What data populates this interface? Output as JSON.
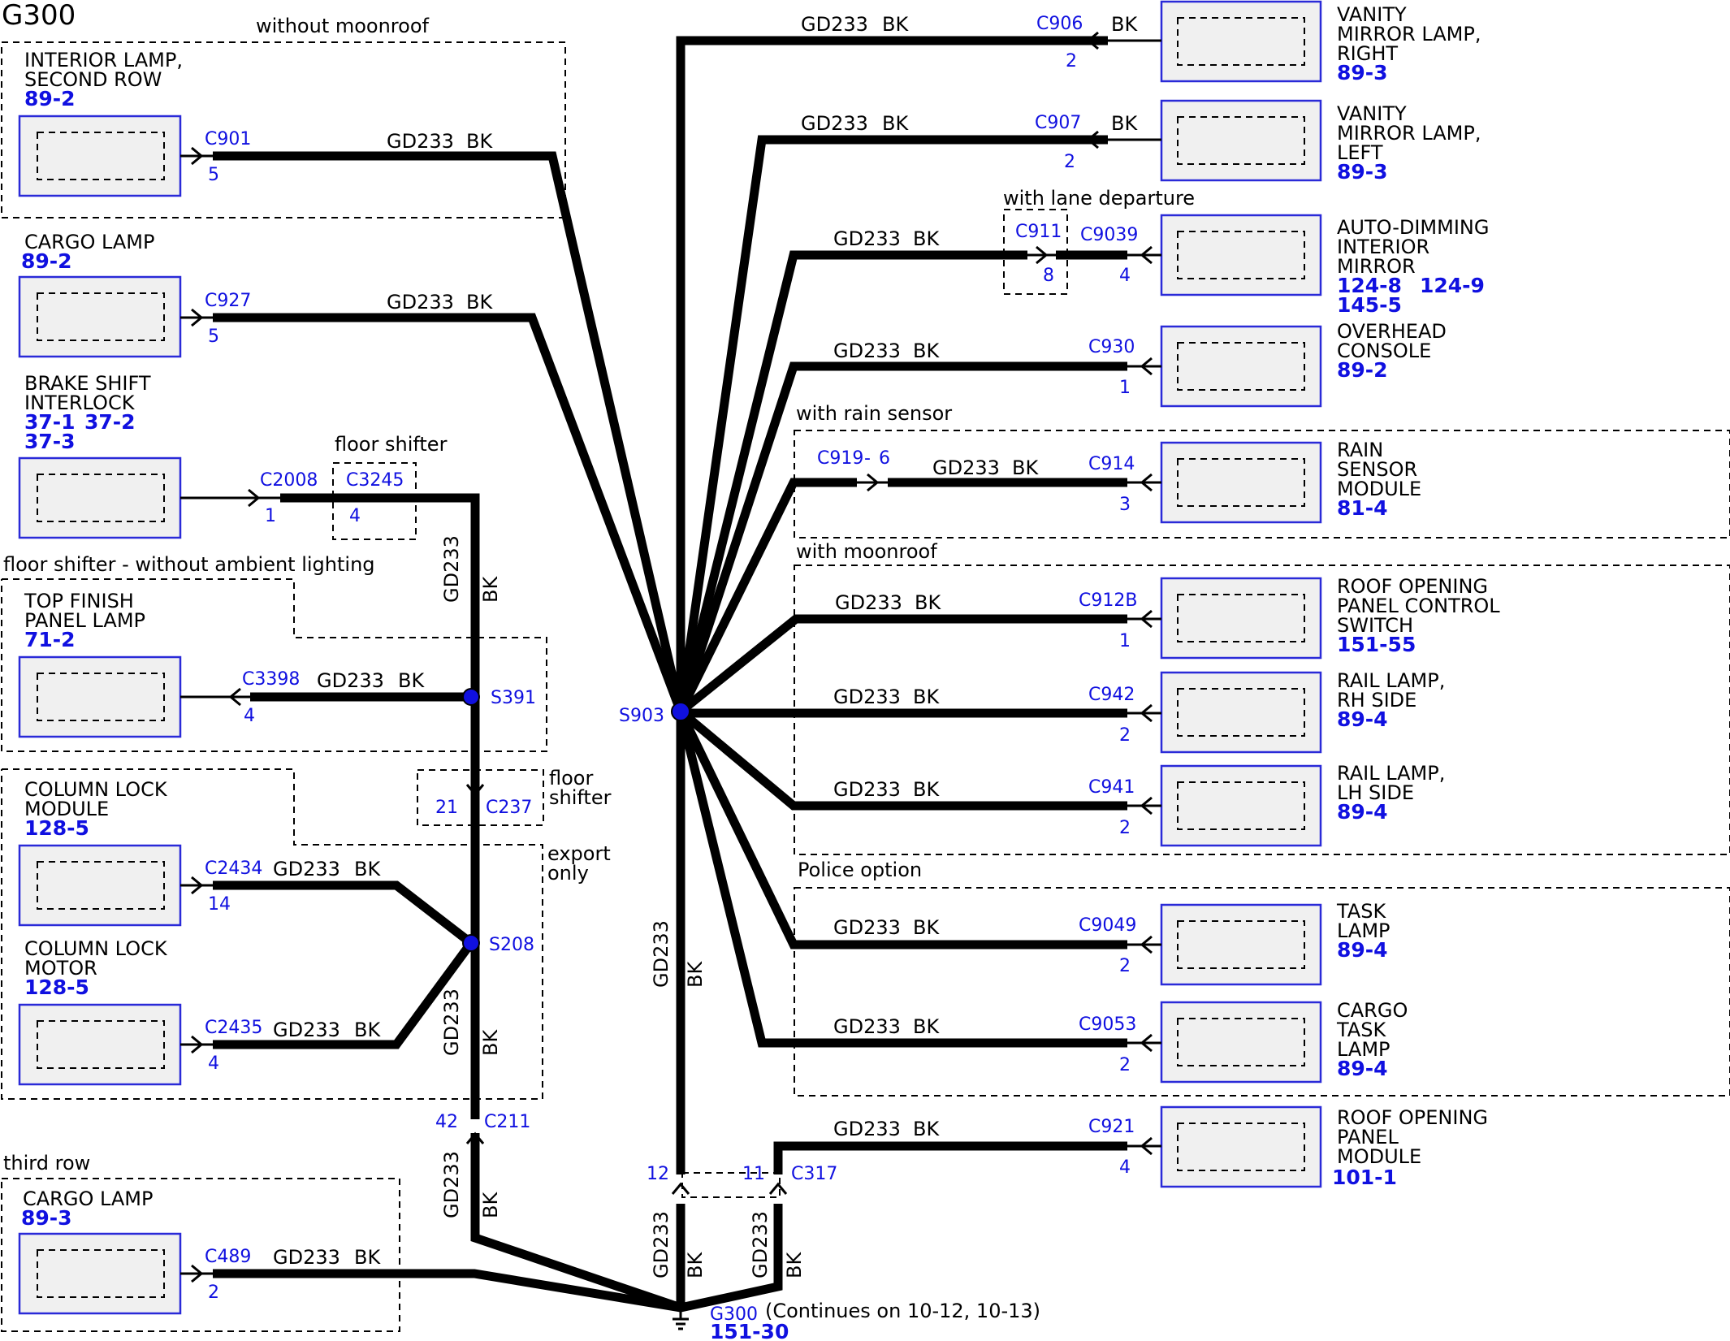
{
  "title": "G300",
  "wire": {
    "circuit": "GD233",
    "color": "BK"
  },
  "options": {
    "without_moonroof": "without moonroof",
    "floor_shifter": "floor shifter",
    "floor_shifter_no_ambient": "floor shifter - without ambient lighting",
    "floor_shifter_2a": "floor",
    "floor_shifter_2b": "shifter",
    "export_a": "export",
    "export_b": "only",
    "third_row": "third row",
    "lane_departure": "with lane departure",
    "rain_sensor": "with rain sensor",
    "moonroof": "with moonroof",
    "police": "Police option"
  },
  "left_components": {
    "interior_lamp": {
      "l1": "INTERIOR LAMP,",
      "l2": "SECOND ROW",
      "ref": "89-2",
      "conn": "C901",
      "pin": "5"
    },
    "cargo_lamp": {
      "l1": "CARGO LAMP",
      "ref": "89-2",
      "conn": "C927",
      "pin": "5"
    },
    "brake_shift": {
      "l1": "BRAKE SHIFT",
      "l2": "INTERLOCK",
      "ref1": "37-1",
      "ref2": "37-2",
      "ref3": "37-3",
      "conn": "C2008",
      "pin": "1",
      "conn2": "C3245",
      "pin2": "4"
    },
    "top_finish": {
      "l1": "TOP FINISH",
      "l2": "PANEL LAMP",
      "ref": "71-2",
      "conn": "C3398",
      "pin": "4"
    },
    "col_lock_module": {
      "l1": "COLUMN LOCK",
      "l2": "MODULE",
      "ref": "128-5",
      "conn": "C2434",
      "pin": "14"
    },
    "col_lock_motor": {
      "l1": "COLUMN LOCK",
      "l2": "MOTOR",
      "ref": "128-5",
      "conn": "C2435",
      "pin": "4"
    },
    "third_cargo": {
      "l1": "CARGO LAMP",
      "ref": "89-3",
      "conn": "C489",
      "pin": "2"
    }
  },
  "right_components": {
    "vanity_right": {
      "l1": "VANITY",
      "l2": "MIRROR LAMP,",
      "l3": "RIGHT",
      "ref": "89-3",
      "conn": "C906",
      "pin": "2"
    },
    "vanity_left": {
      "l1": "VANITY",
      "l2": "MIRROR LAMP,",
      "l3": "LEFT",
      "ref": "89-3",
      "conn": "C907",
      "pin": "2"
    },
    "auto_dim": {
      "l1": "AUTO-DIMMING",
      "l2": "INTERIOR",
      "l3": "MIRROR",
      "ref1": "124-8",
      "ref2": "124-9",
      "ref3": "145-5",
      "conn": "C9039",
      "pin": "4",
      "conn2": "C911",
      "pin2": "8"
    },
    "overhead": {
      "l1": "OVERHEAD",
      "l2": "CONSOLE",
      "ref": "89-2",
      "conn": "C930",
      "pin": "1"
    },
    "rain": {
      "l1": "RAIN",
      "l2": "SENSOR",
      "l3": "MODULE",
      "ref": "81-4",
      "conn": "C914",
      "pin": "3",
      "conn2": "C919",
      "pin2": "6"
    },
    "roof_switch": {
      "l1": "ROOF OPENING",
      "l2": "PANEL CONTROL",
      "l3": "SWITCH",
      "ref": "151-55",
      "conn": "C912B",
      "pin": "1"
    },
    "rail_rh": {
      "l1": "RAIL LAMP,",
      "l2": "RH SIDE",
      "ref": "89-4",
      "conn": "C942",
      "pin": "2"
    },
    "rail_lh": {
      "l1": "RAIL LAMP,",
      "l2": "LH SIDE",
      "ref": "89-4",
      "conn": "C941",
      "pin": "2"
    },
    "task": {
      "l1": "TASK",
      "l2": "LAMP",
      "ref": "89-4",
      "conn": "C9049",
      "pin": "2"
    },
    "cargo_task": {
      "l1": "CARGO",
      "l2": "TASK",
      "l3": "LAMP",
      "ref": "89-4",
      "conn": "C9053",
      "pin": "2"
    },
    "roof_module": {
      "l1": "ROOF OPENING",
      "l2": "PANEL",
      "l3": "MODULE",
      "ref": "101-1",
      "conn": "C921",
      "pin": "4"
    }
  },
  "splices": {
    "s391": "S391",
    "s208": "S208",
    "s903": "S903"
  },
  "inline": {
    "c237": "C237",
    "c237_pin": "21",
    "c211": "C211",
    "c211_pin": "42",
    "c317": "C317",
    "c317_pin_a": "12",
    "c317_pin_b": "11"
  },
  "ground": {
    "name": "G300",
    "note": "(Continues on 10-12, 10-13)",
    "ref": "151-30"
  }
}
